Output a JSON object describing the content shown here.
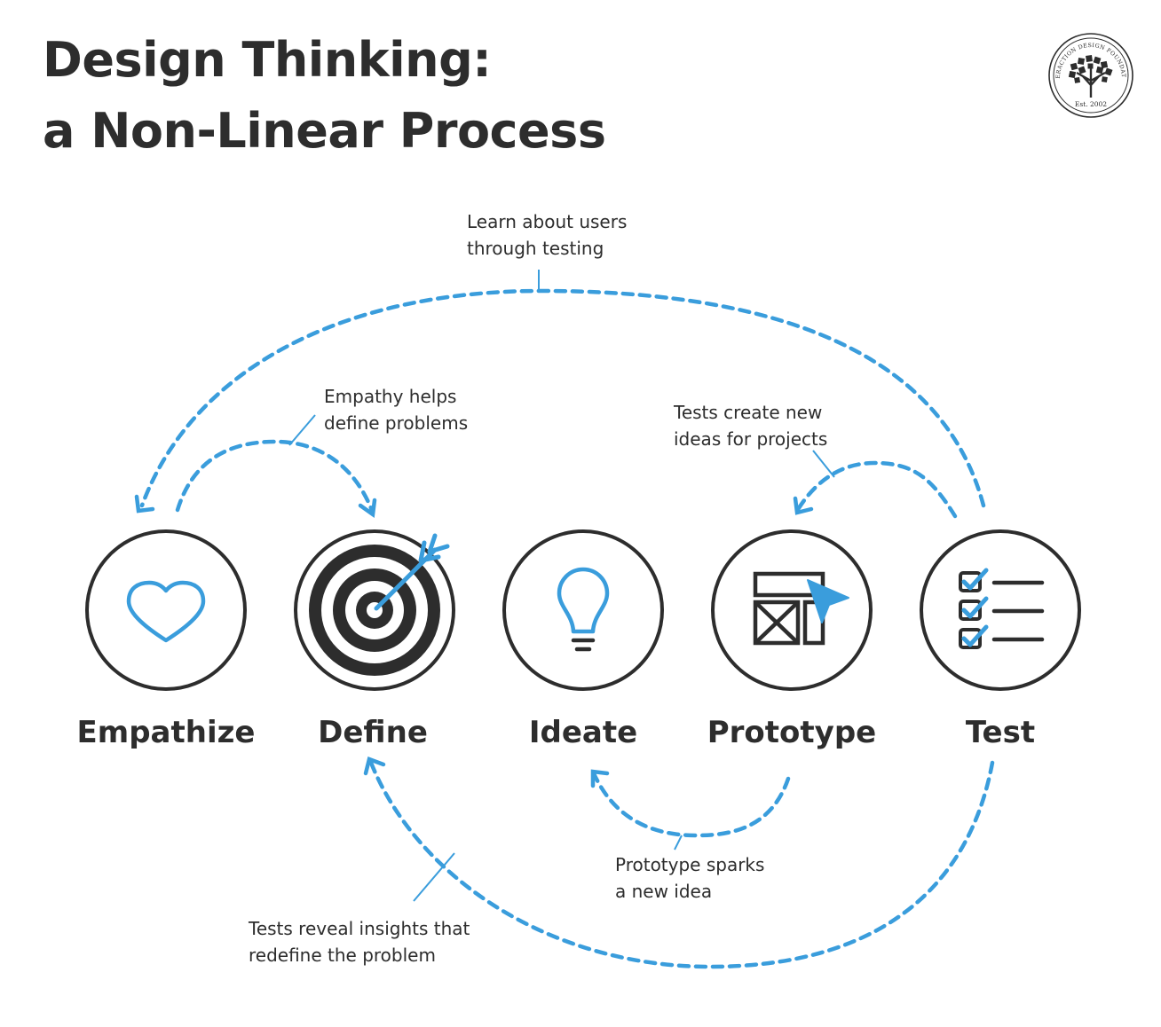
{
  "title": {
    "line1": "Design Thinking:",
    "line2": "a Non-Linear Process"
  },
  "logo": {
    "ring_text": "INTERACTION DESIGN FOUNDATION",
    "est": "Est. 2002"
  },
  "stages": [
    {
      "label": "Empathize",
      "icon": "heart-icon"
    },
    {
      "label": "Define",
      "icon": "target-icon"
    },
    {
      "label": "Ideate",
      "icon": "lightbulb-icon"
    },
    {
      "label": "Prototype",
      "icon": "wireframe-icon"
    },
    {
      "label": "Test",
      "icon": "checklist-icon"
    }
  ],
  "notes": {
    "learn": {
      "line1": "Learn about users",
      "line2": "through testing"
    },
    "empathy": {
      "line1": "Empathy helps",
      "line2": "define problems"
    },
    "tests_ideas": {
      "line1": "Tests create new",
      "line2": "ideas for projects"
    },
    "prototype": {
      "line1": "Prototype sparks",
      "line2": "a new idea"
    },
    "tests_reveal": {
      "line1": "Tests reveal insights that",
      "line2": "redefine the problem"
    }
  },
  "colors": {
    "accent": "#3a9ddc",
    "ink": "#2d2d2d",
    "background": "#ffffff"
  }
}
